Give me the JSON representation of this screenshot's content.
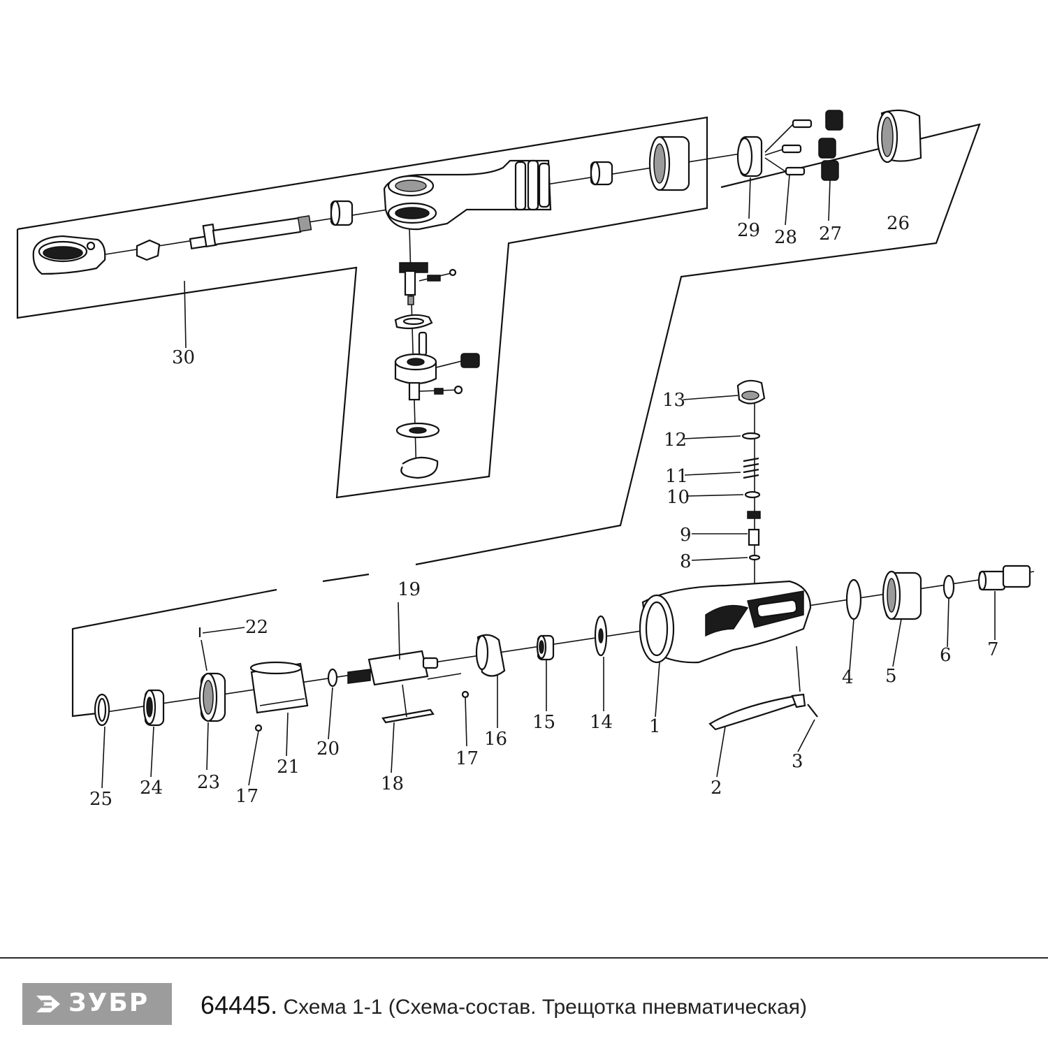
{
  "diagram": {
    "callouts": [
      "1",
      "2",
      "3",
      "4",
      "5",
      "6",
      "7",
      "8",
      "9",
      "10",
      "11",
      "12",
      "13",
      "14",
      "15",
      "16",
      "17",
      "17",
      "18",
      "19",
      "20",
      "21",
      "22",
      "23",
      "24",
      "25",
      "26",
      "27",
      "28",
      "29",
      "30"
    ]
  },
  "footer": {
    "brand": "ЗУБР",
    "model": "64445.",
    "caption": " Схема 1-1 (Схема-состав. Трещотка пневматическая)"
  }
}
